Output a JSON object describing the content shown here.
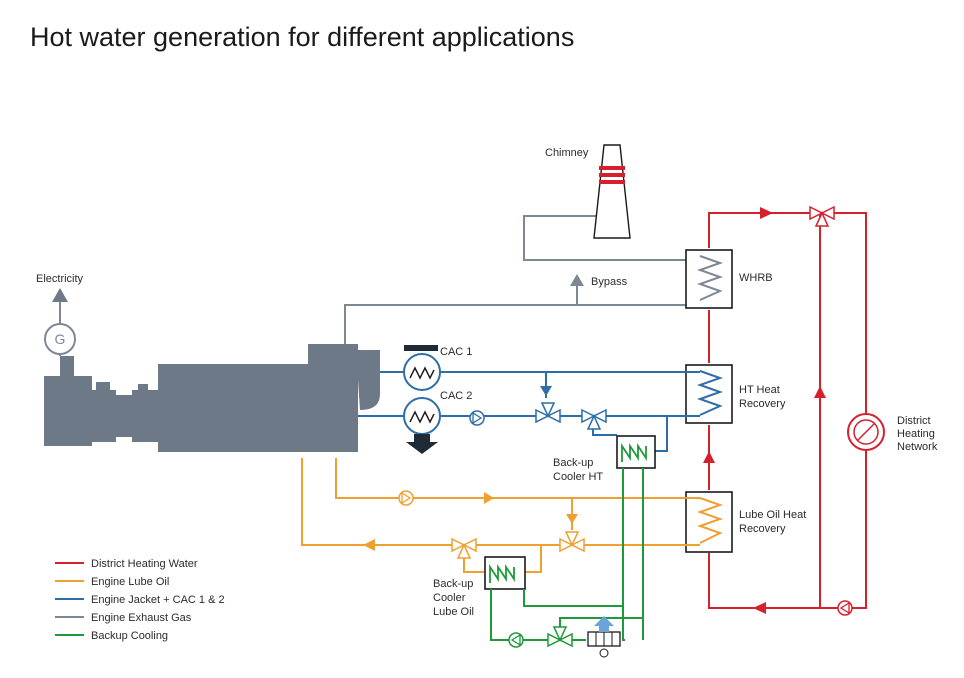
{
  "title": "Hot water generation for different applications",
  "labels": {
    "chimney": "Chimney",
    "electricity": "Electricity",
    "generator": "G",
    "bypass": "Bypass",
    "whrb": "WHRB",
    "cac1": "CAC 1",
    "cac2": "CAC 2",
    "ht_heat_recovery": [
      "HT Heat",
      "Recovery"
    ],
    "backup_cooler_ht": [
      "Back-up",
      "Cooler HT"
    ],
    "lube_oil_heat_recovery": [
      "Lube Oil Heat",
      "Recovery"
    ],
    "district_heating_network": [
      "District",
      "Heating",
      "Network"
    ],
    "backup_cooler_lube_oil": [
      "Back-up",
      "Cooler",
      "Lube Oil"
    ]
  },
  "legend": [
    {
      "label": "District Heating Water",
      "color": "#d6202e"
    },
    {
      "label": "Engine Lube Oil",
      "color": "#f0a030"
    },
    {
      "label": "Engine Jacket + CAC 1 & 2",
      "color": "#2d6ea8"
    },
    {
      "label": "Engine Exhaust Gas",
      "color": "#7d8895"
    },
    {
      "label": "Backup Cooling",
      "color": "#1f9a3a"
    }
  ],
  "colors": {
    "district_heating": "#d6202e",
    "lube_oil": "#f0a030",
    "jacket": "#2d6ea8",
    "exhaust": "#7d8895",
    "backup": "#1f9a3a",
    "engine": "#6e7987"
  }
}
